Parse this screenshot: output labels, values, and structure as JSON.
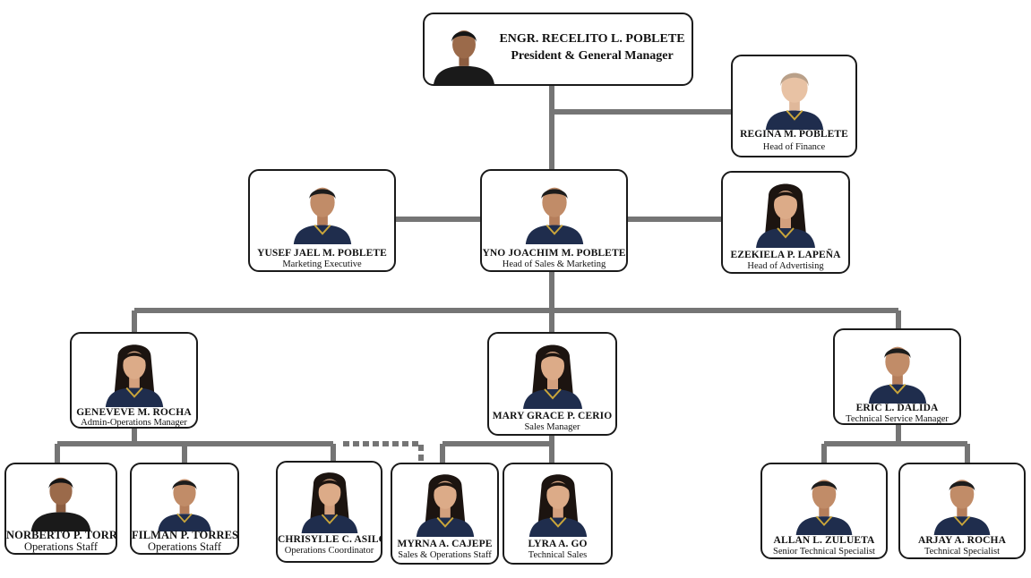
{
  "colors": {
    "line": "#757575",
    "border": "#1a1a1a",
    "shirt": "#1f2d4d",
    "collar": "#c9a53a"
  },
  "people": {
    "president": {
      "name": "ENGR. RECELITO L. POBLETE",
      "role": "President & General Manager"
    },
    "finance": {
      "name": "REGINA M. POBLETE",
      "role": "Head of Finance"
    },
    "marketing_exec": {
      "name": "YUSEF JAEL M. POBLETE",
      "role": "Marketing Executive"
    },
    "sales_marketing": {
      "name": "YNO JOACHIM M. POBLETE",
      "role": "Head of Sales & Marketing"
    },
    "advertising": {
      "name": "EZEKIELA P. LAPEÑA",
      "role": "Head of Advertising"
    },
    "admin_ops": {
      "name": "GENEVEVE M. ROCHA",
      "role": "Admin-Operations Manager"
    },
    "sales_mgr": {
      "name": "MARY GRACE P. CERIO",
      "role": "Sales Manager"
    },
    "tech_mgr": {
      "name": "ERIC L. DALIDA",
      "role": "Technical Service Manager"
    },
    "ops_staff_1": {
      "name": "NORBERTO P. TORRES",
      "role": "Operations Staff"
    },
    "ops_staff_2": {
      "name": "FILMAN P. TORRES",
      "role": "Operations Staff"
    },
    "ops_coord": {
      "name": "CHRISYLLE C. ASILO",
      "role": "Operations Coordinator"
    },
    "sales_ops": {
      "name": "MYRNA A. CAJEPE",
      "role": "Sales & Operations Staff"
    },
    "tech_sales": {
      "name": "LYRA A. GO",
      "role": "Technical Sales"
    },
    "sr_tech": {
      "name": "ALLAN L. ZULUETA",
      "role": "Senior Technical Specialist"
    },
    "tech_spec": {
      "name": "ARJAY A. ROCHA",
      "role": "Technical Specialist"
    }
  }
}
